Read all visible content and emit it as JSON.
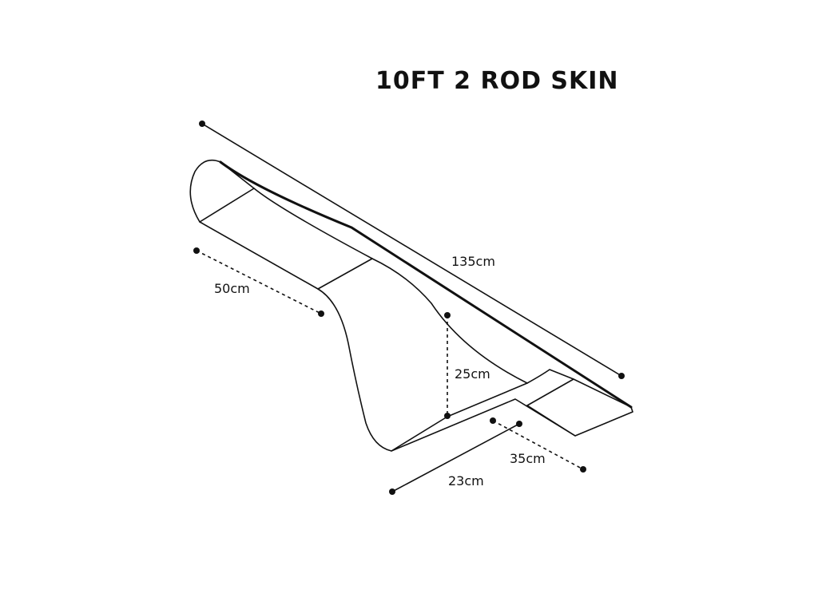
{
  "title": "10FT 2 ROD SKIN",
  "dimensions": {
    "length": "135cm",
    "tail_depth": "50cm",
    "height": "25cm",
    "tip_width": "35cm",
    "base_width": "23cm"
  }
}
